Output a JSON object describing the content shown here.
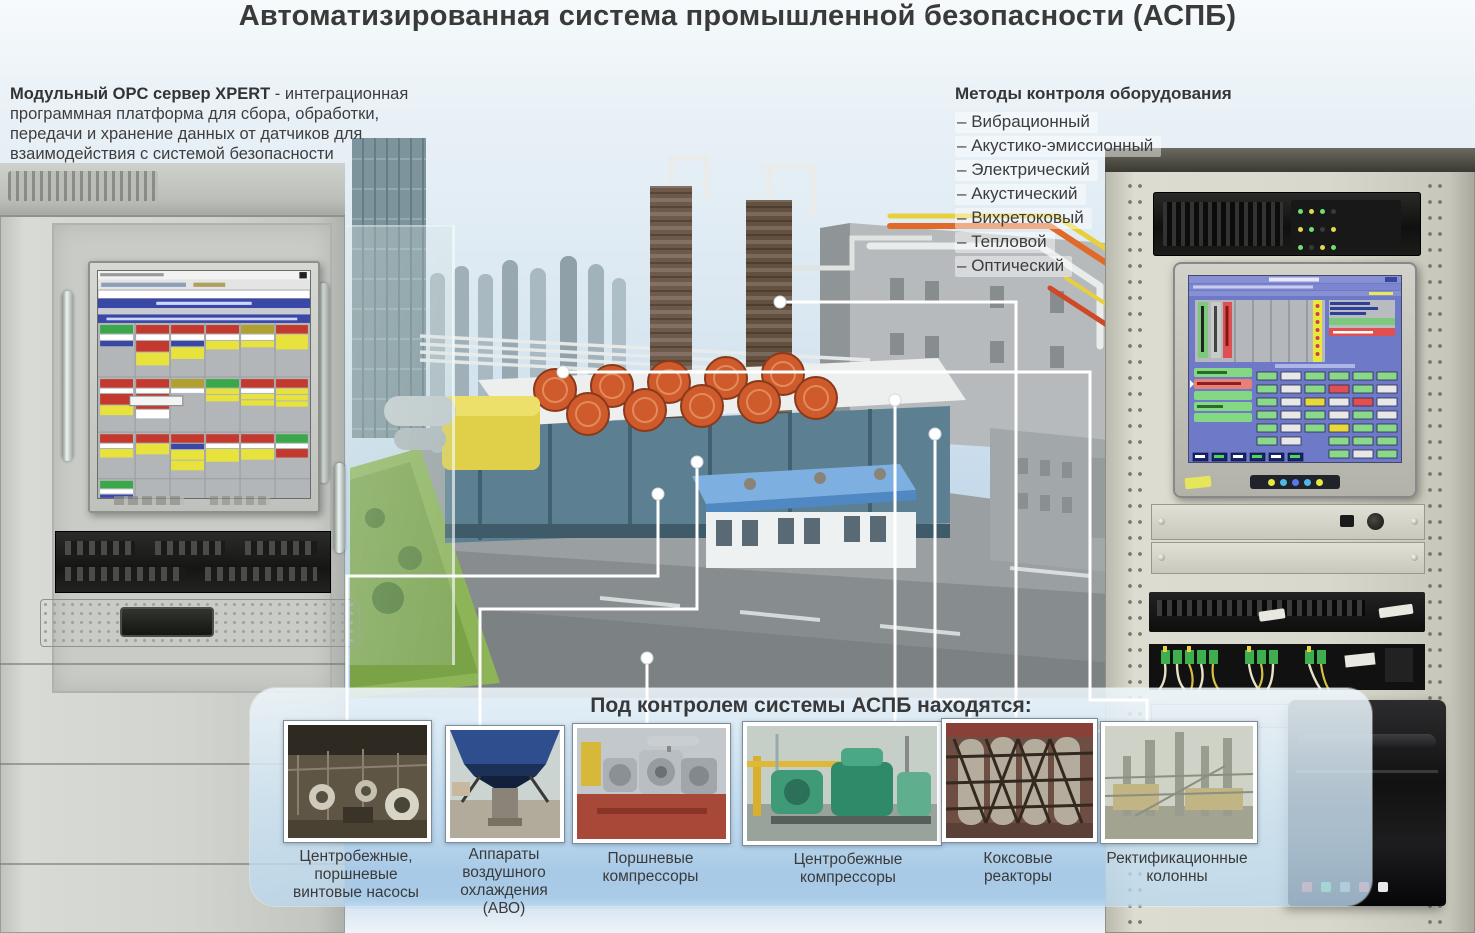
{
  "title": "Автоматизированная система промышленной безопасности (АСПБ)",
  "server_block": {
    "bold": "Модульный OPC сервер XPERT",
    "text": " - интеграционная программная платформа для сбора, обработки, передачи и хранение данных от датчиков для взаимодействия с системой безопасности"
  },
  "methods": {
    "title": "Методы контроля оборудования",
    "items": [
      "Вибрационный",
      "Акустико-эмиссионный",
      "Электрический",
      "Акустический",
      "Вихретоковый",
      "Тепловой",
      "Оптический"
    ]
  },
  "controlled": {
    "title": "Под контролем системы АСПБ находятся:",
    "items": [
      "Центробежные, поршневые винтовые насосы",
      "Аппараты воздушного охлаждения (АВО)",
      "Поршневые компрессоры",
      "Центробежные компрессоры",
      "Коксовые реакторы",
      "Ректификационные колонны"
    ]
  },
  "colors": {
    "status_ok_green": "#3aa84a",
    "status_alarm_red": "#c4392e",
    "status_warn_yellow": "#e8e23c",
    "scada_blue": "#3947a6",
    "hmi_background_blue": "#6e7ac8",
    "deep_band_blue": "#407cbd"
  }
}
